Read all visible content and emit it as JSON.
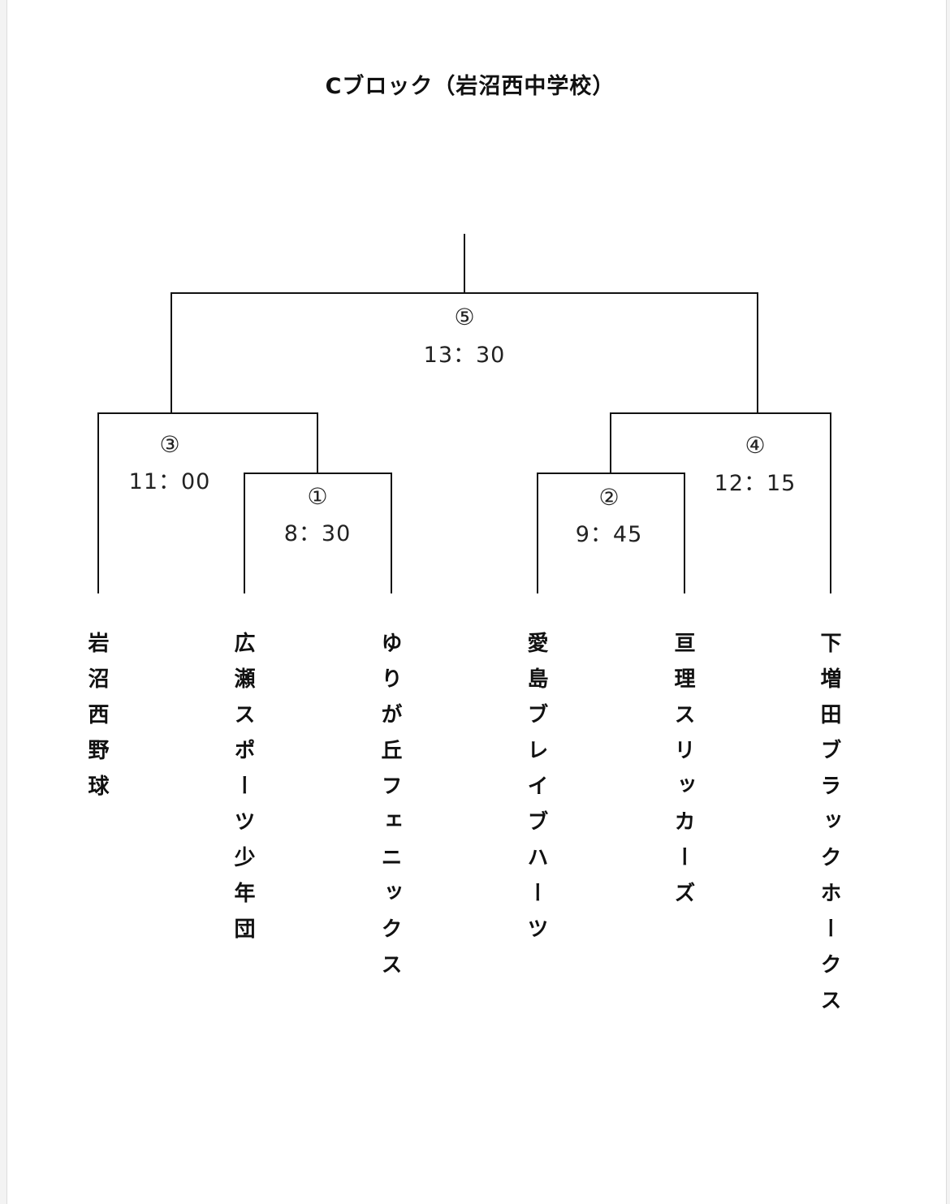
{
  "title": "Cブロック（岩沼西中学校）",
  "matches": {
    "m1": {
      "num": "①",
      "time": "8：30"
    },
    "m2": {
      "num": "②",
      "time": "9：45"
    },
    "m3": {
      "num": "③",
      "time": "11：00"
    },
    "m4": {
      "num": "④",
      "time": "12：15"
    },
    "m5": {
      "num": "⑤",
      "time": "13：30"
    }
  },
  "teams": [
    "岩沼西野球",
    "広瀬スポーツ少年団",
    "ゆりが丘フェニックス",
    "愛島ブレイブハーツ",
    "亘理スリッカーズ",
    "下増田ブラックホークス"
  ]
}
